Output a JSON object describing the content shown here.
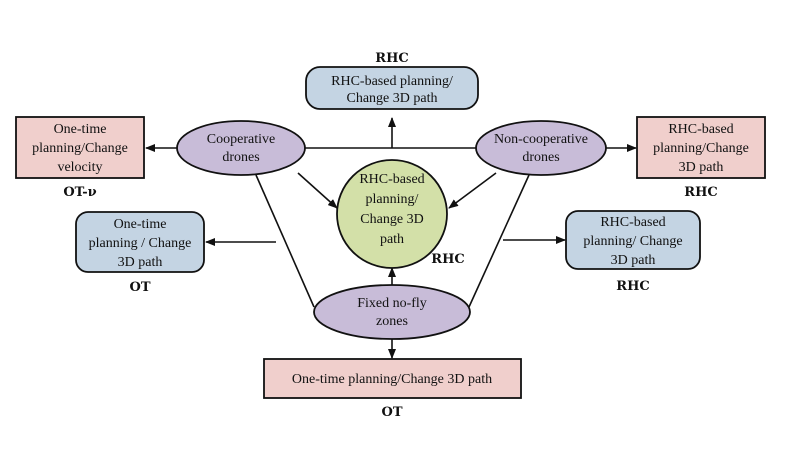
{
  "colors": {
    "pink_box": "#f0cfcc",
    "blue_box": "#c4d4e3",
    "purple_ellipse": "#c8bcd8",
    "green_circle": "#d3e0a8",
    "stroke": "#111111"
  },
  "nodes": {
    "top_box": {
      "lines": [
        "RHC-based planning/",
        "Change 3D path"
      ],
      "tag": "RHC"
    },
    "left_pink": {
      "lines": [
        "One-time",
        "planning/Change",
        "velocity"
      ],
      "tag": "OT-ν"
    },
    "right_pink": {
      "lines": [
        "RHC-based",
        "planning/Change",
        "3D path"
      ],
      "tag": "RHC"
    },
    "cooperative": {
      "lines": [
        "Cooperative",
        "drones"
      ]
    },
    "noncooperative": {
      "lines": [
        "Non-cooperative",
        "drones"
      ]
    },
    "center": {
      "lines": [
        "RHC-based",
        "planning/",
        "Change 3D",
        "path"
      ],
      "tag": "RHC"
    },
    "left_blue": {
      "lines": [
        "One-time",
        "planning / Change",
        "3D path"
      ],
      "tag": "OT"
    },
    "right_blue": {
      "lines": [
        "RHC-based",
        "planning/ Change",
        "3D path"
      ],
      "tag": "RHC"
    },
    "nofly": {
      "lines": [
        "Fixed no-fly",
        "zones"
      ]
    },
    "bottom_box": {
      "lines": [
        "One-time planning/Change 3D path"
      ],
      "tag": "OT"
    }
  }
}
